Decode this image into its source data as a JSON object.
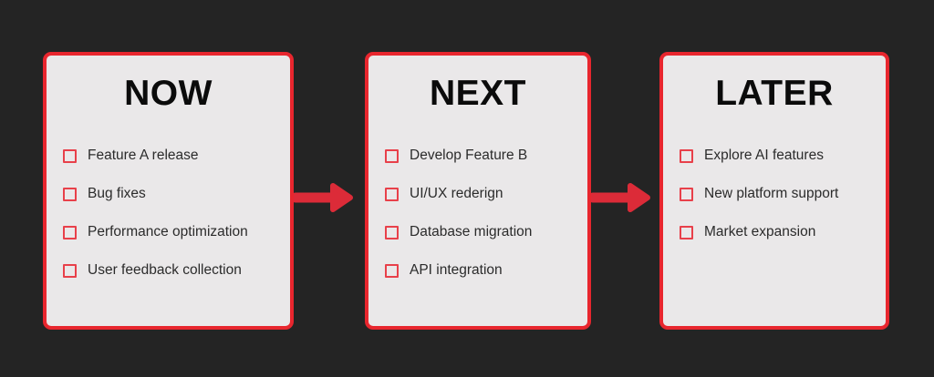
{
  "canvas": {
    "background_color": "#242424",
    "accent_color": "#E8262E",
    "card_fill_color": "#EAE8E9",
    "text_color": "#2B2B2B",
    "heading_color": "#0B0B0B"
  },
  "columns": [
    {
      "id": "now",
      "title": "NOW",
      "items": [
        {
          "label": "Feature A release",
          "checked": false
        },
        {
          "label": "Bug fixes",
          "checked": false
        },
        {
          "label": "Performance optimization",
          "checked": false
        },
        {
          "label": "User feedback collection",
          "checked": false
        }
      ]
    },
    {
      "id": "next",
      "title": "NEXT",
      "items": [
        {
          "label": "Develop Feature B",
          "checked": false
        },
        {
          "label": "UI/UX rederign",
          "checked": false
        },
        {
          "label": "Database migration",
          "checked": false
        },
        {
          "label": "API integration",
          "checked": false
        }
      ]
    },
    {
      "id": "later",
      "title": "LATER",
      "items": [
        {
          "label": "Explore AI features",
          "checked": false
        },
        {
          "label": "New platform support",
          "checked": false
        },
        {
          "label": "Market expansion",
          "checked": false
        }
      ]
    }
  ],
  "connectors": [
    {
      "id": "now-to-next",
      "icon": "arrow-right-icon",
      "color": "#DC2B38"
    },
    {
      "id": "next-to-later",
      "icon": "arrow-right-icon",
      "color": "#DC2B38"
    }
  ]
}
